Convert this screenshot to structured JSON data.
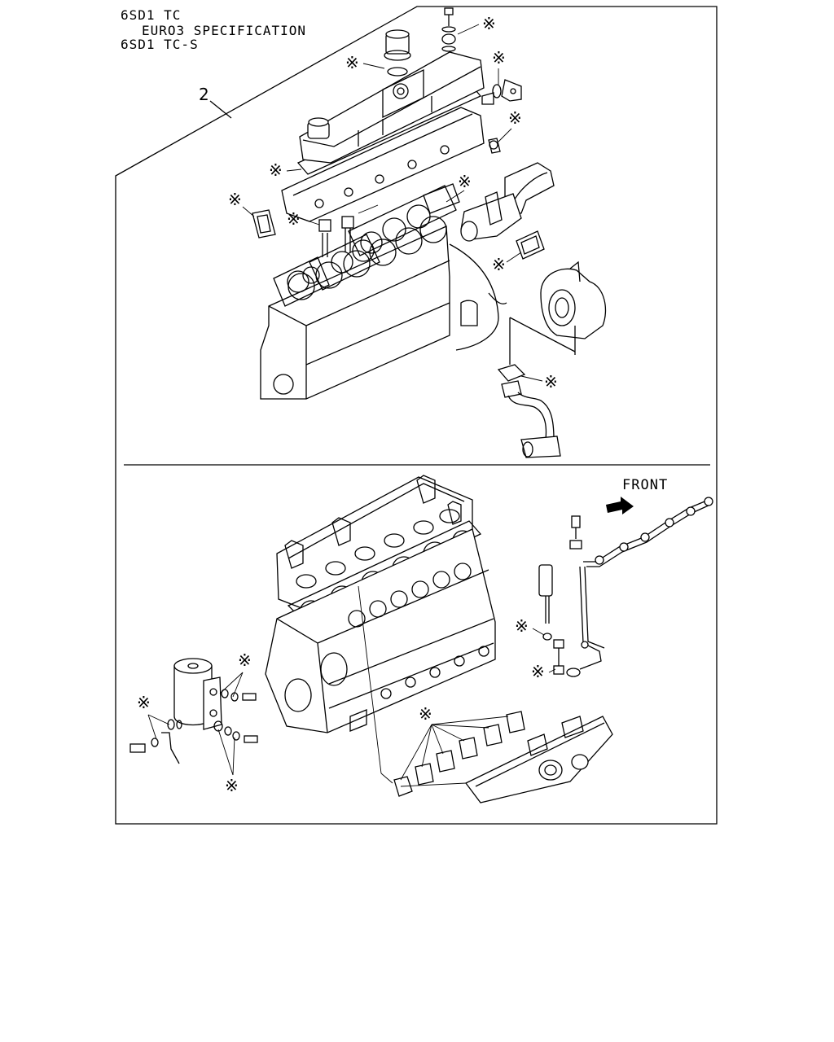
{
  "header": {
    "line1": "6SD1 TC",
    "line2": "EURO3 SPECIFICATION",
    "line3": "6SD1 TC-S"
  },
  "callouts": {
    "ref_number": "2",
    "front_label": "FRONT",
    "mark_symbol": "※"
  },
  "icons": {
    "front_arrow": "arrow-right-icon",
    "replaceable_mark": "asterisk-icon"
  },
  "colors": {
    "line": "#000000",
    "background": "#ffffff"
  }
}
